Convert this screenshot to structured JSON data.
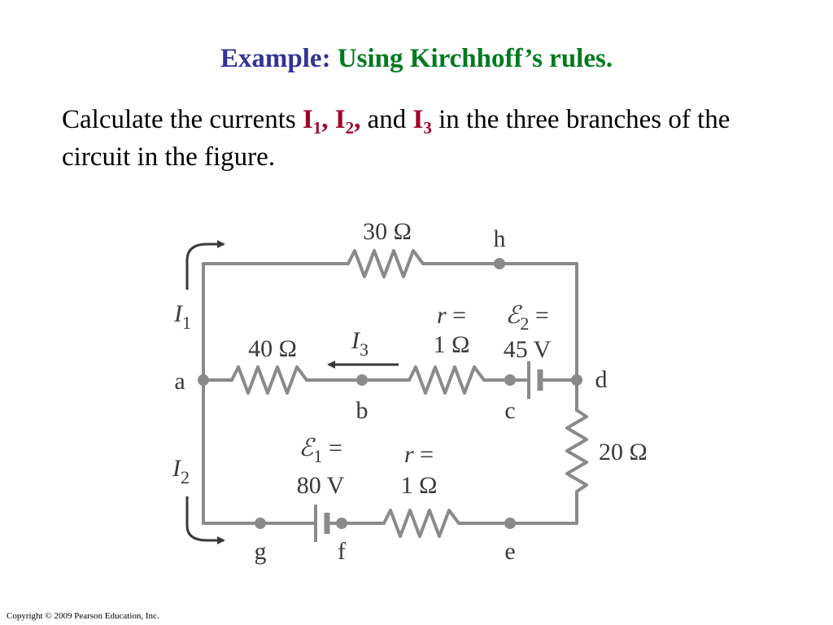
{
  "title": {
    "lead": "Example:",
    "topic": "Using Kirchhoff’s rules."
  },
  "problem": {
    "before": "Calculate the currents ",
    "i1": "I",
    "i1_sub": "1",
    "comma1": ",",
    "i2": "I",
    "i2_sub": "2",
    "comma2": ",",
    "mid": " and ",
    "i3": "I",
    "i3_sub": "3",
    "after": " in the three branches of the circuit in the figure."
  },
  "circuit": {
    "resistor_top": "30 Ω",
    "resistor_middle": "40 Ω",
    "resistor_right": "20 Ω",
    "internal_r_top": {
      "line1": "r =",
      "line2": "1 Ω"
    },
    "emf2": {
      "symbol": "ℰ",
      "sub": "2",
      "eq": " =",
      "value": "45 V"
    },
    "emf1": {
      "symbol": "ℰ",
      "sub": "1",
      "eq": " =",
      "value": "80 V"
    },
    "internal_r_bottom": {
      "line1": "r =",
      "line2": "1 Ω"
    },
    "currents": {
      "i1": {
        "symbol": "I",
        "sub": "1"
      },
      "i2": {
        "symbol": "I",
        "sub": "2"
      },
      "i3": {
        "symbol": "I",
        "sub": "3"
      }
    },
    "nodes": {
      "a": "a",
      "b": "b",
      "c": "c",
      "d": "d",
      "e": "e",
      "f": "f",
      "g": "g",
      "h": "h"
    },
    "wire_color": "#8a8a8a",
    "label_color": "#3a3a3a"
  },
  "copyright": "Copyright © 2009 Pearson Education, Inc."
}
